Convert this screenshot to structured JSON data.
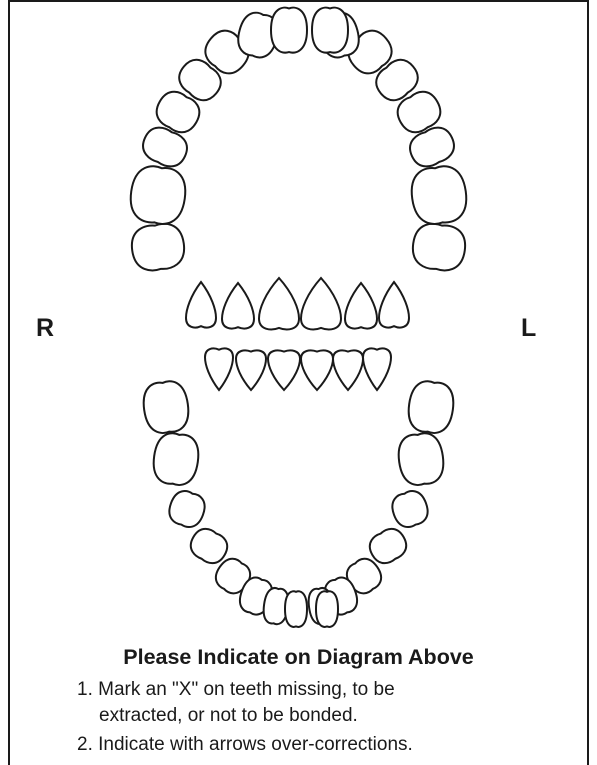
{
  "labels": {
    "right": "R",
    "left": "L"
  },
  "instructions": {
    "heading": "Please Indicate on Diagram Above",
    "item1_line1": "1. Mark an \"X\" on teeth missing, to be",
    "item1_line2": "extracted, or not to be bonded.",
    "item2": "2. Indicate with arrows over-corrections."
  },
  "colors": {
    "outline": "#1a1a1a",
    "background": "#ffffff"
  },
  "teeth": {
    "upper_arch_count": 16,
    "upper_front_row_count": 6,
    "lower_front_row_count": 6,
    "lower_arch_count": 16
  }
}
